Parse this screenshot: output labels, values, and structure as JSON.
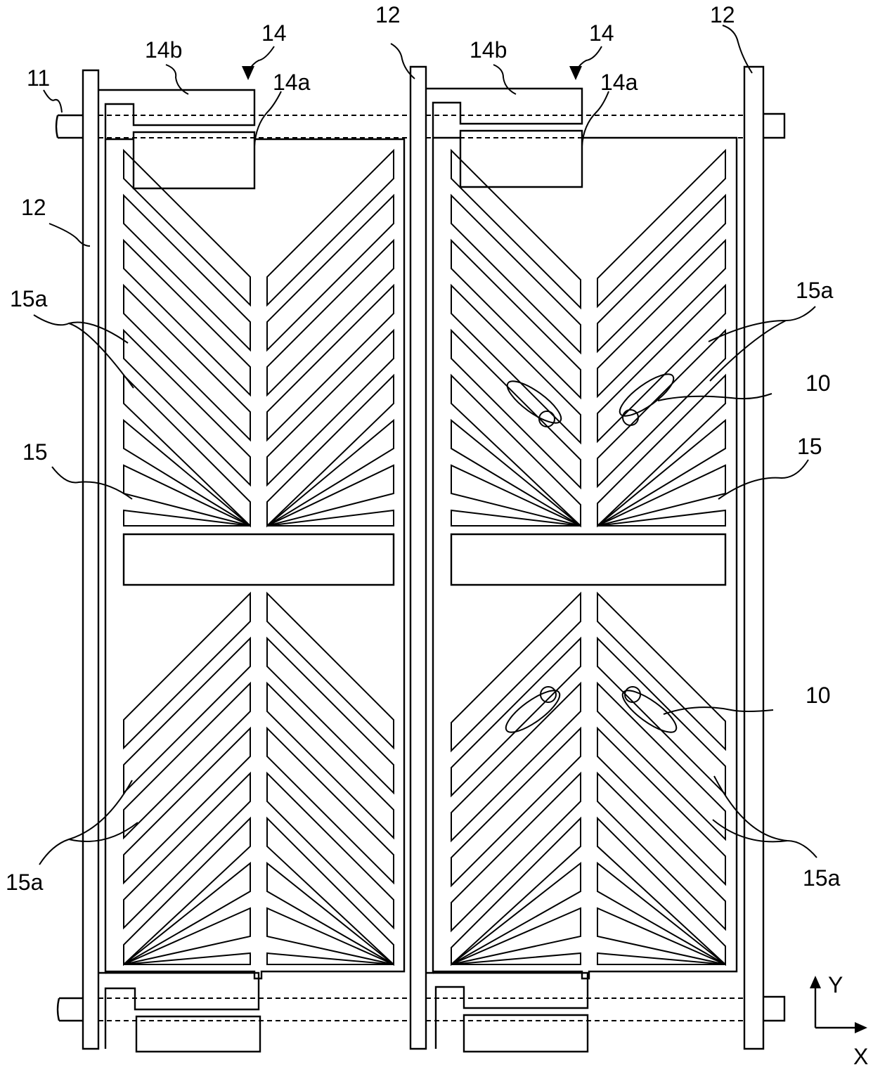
{
  "labels": {
    "gate_line": "11",
    "data_line": "12",
    "tft": "14",
    "tft_gate_part": "14a",
    "tft_source_part": "14b",
    "pixel_electrode": "15",
    "slits": "15a",
    "liquid_crystal": "10",
    "axis_x": "X",
    "axis_y": "Y"
  }
}
